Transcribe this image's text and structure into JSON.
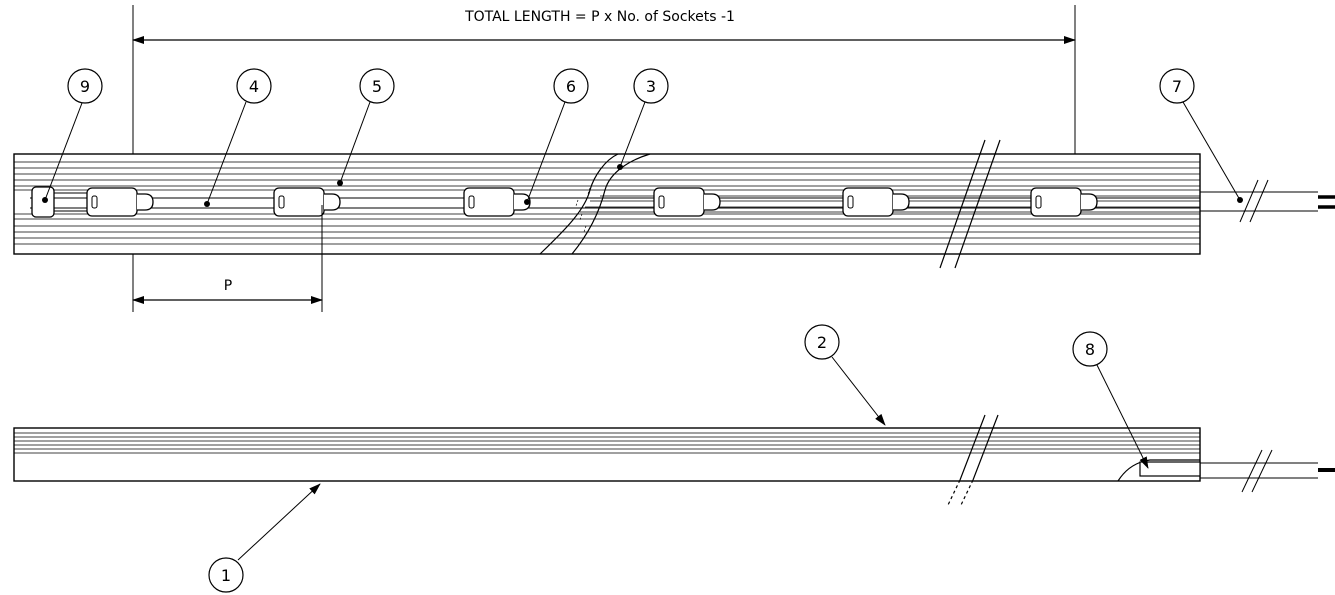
{
  "title": "TOTAL LENGTH = P x No. of Sockets -1",
  "pitch_label": "P",
  "balloons": {
    "b9": "9",
    "b4": "4",
    "b5": "5",
    "b6": "6",
    "b3": "3",
    "b7": "7",
    "b2": "2",
    "b8": "8",
    "b1": "1"
  }
}
